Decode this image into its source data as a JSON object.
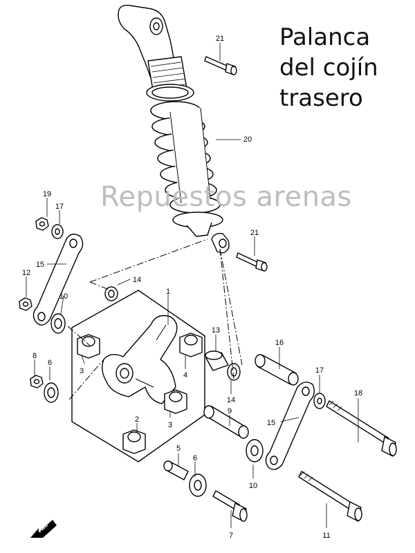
{
  "title": {
    "lines": [
      "Palanca",
      "del cojín",
      "trasero"
    ]
  },
  "watermark": "Repuestos arenas",
  "fwd_label": "FWD",
  "callouts": {
    "c1": "1",
    "c2": "2",
    "c3a": "3",
    "c3b": "3",
    "c4": "4",
    "c5": "5",
    "c6a": "6",
    "c6b": "6",
    "c7": "7",
    "c8": "8",
    "c9": "9",
    "c10a": "10",
    "c10b": "10",
    "c11": "11",
    "c12": "12",
    "c13": "13",
    "c14a": "14",
    "c14b": "14",
    "c15a": "15",
    "c15b": "15",
    "c16": "16",
    "c17a": "17",
    "c17b": "17",
    "c18": "18",
    "c19": "19",
    "c20": "20",
    "c21a": "21",
    "c21b": "21"
  }
}
